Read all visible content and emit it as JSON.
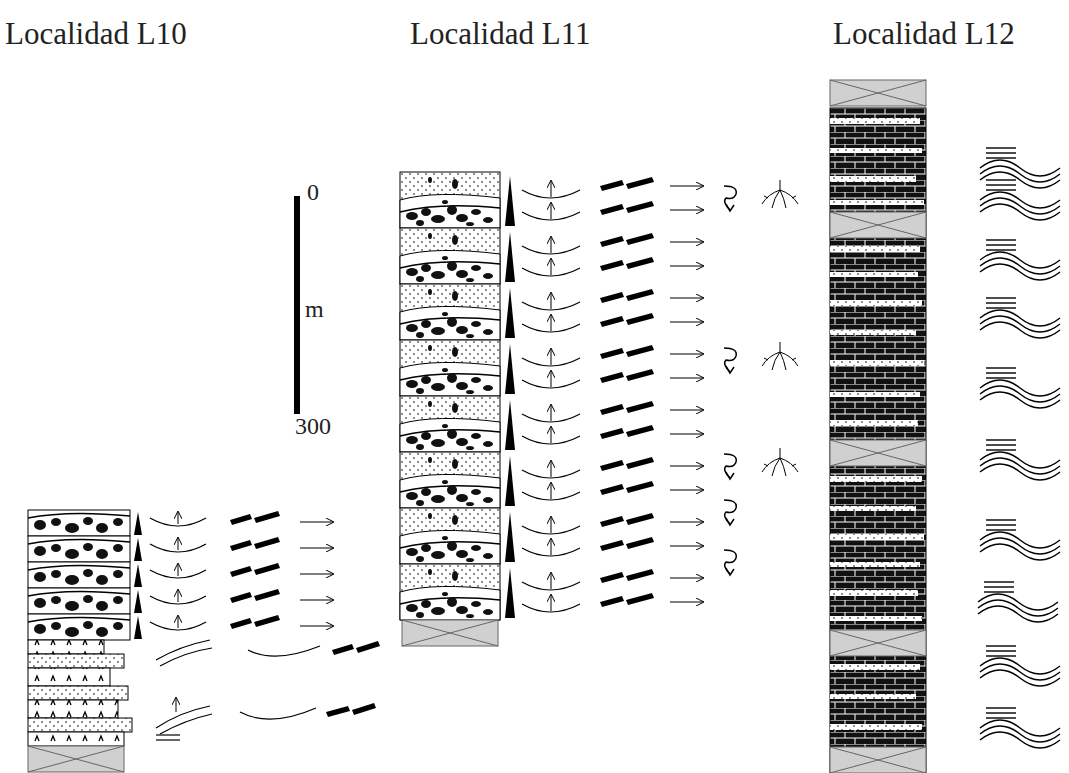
{
  "diagram": {
    "labels": [
      "Localidad L10",
      "Localidad L11",
      "Localidad L12",
      "0",
      "m",
      "300"
    ]
  }
}
